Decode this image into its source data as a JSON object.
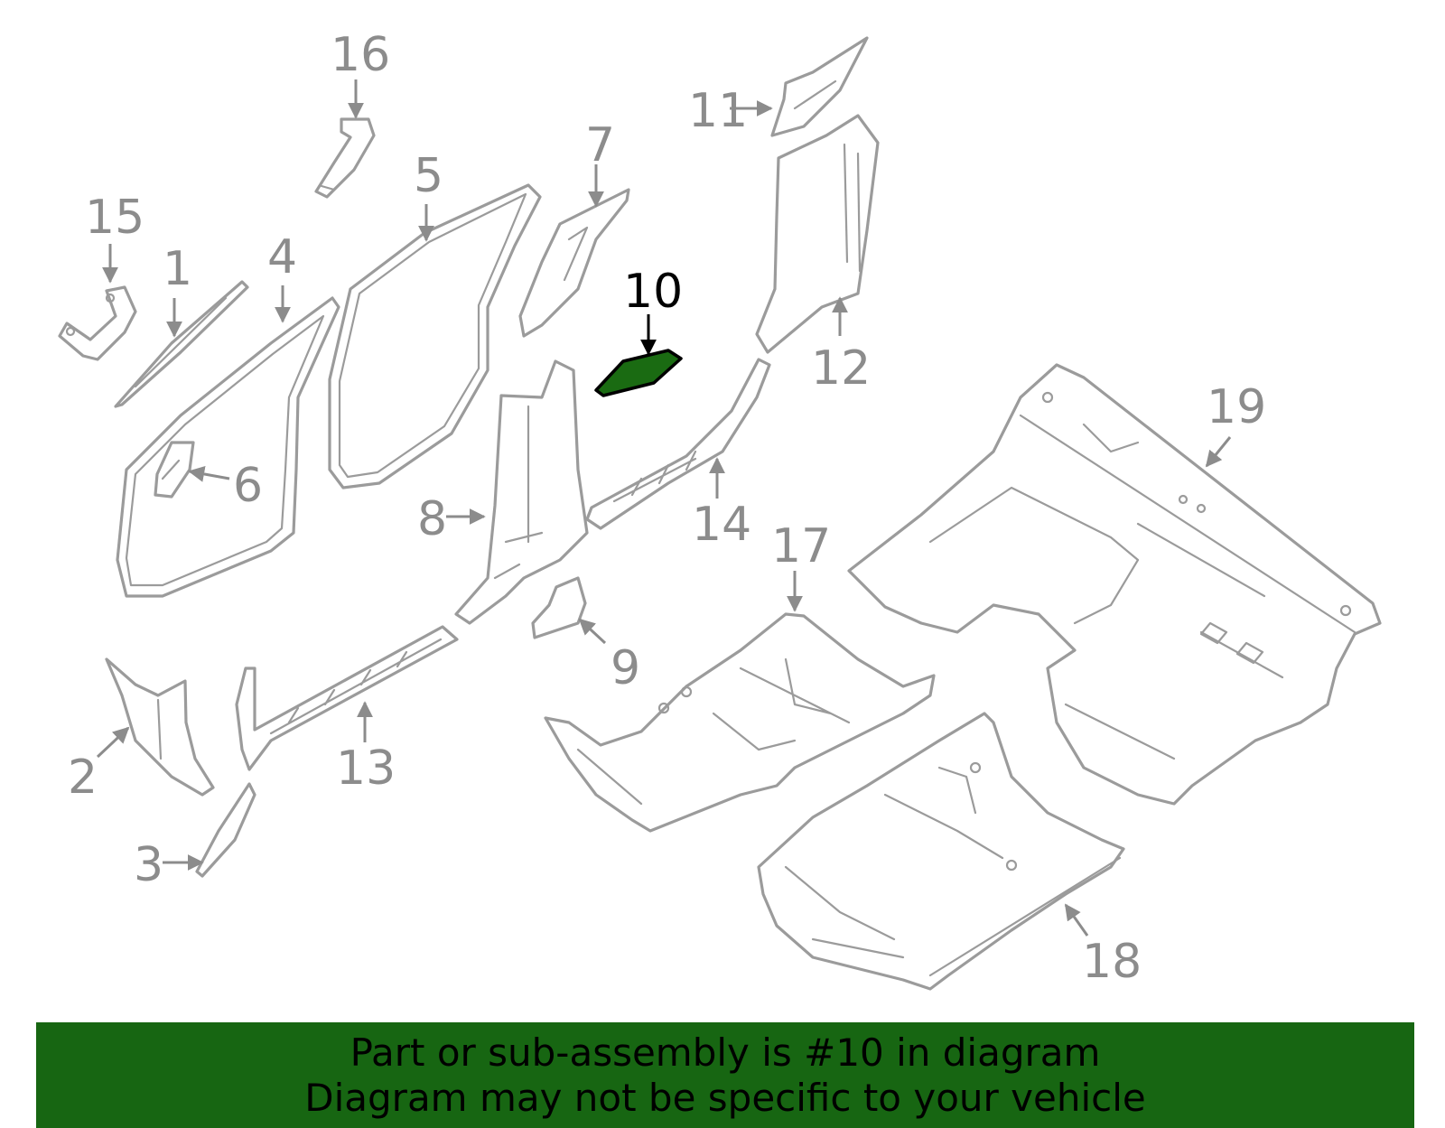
{
  "diagram": {
    "highlighted_part": "10",
    "highlight_color": "#1a6b12",
    "callouts": [
      "1",
      "2",
      "3",
      "4",
      "5",
      "6",
      "7",
      "8",
      "9",
      "10",
      "11",
      "12",
      "13",
      "14",
      "15",
      "16",
      "17",
      "18",
      "19"
    ]
  },
  "banner": {
    "line1": "Part or sub-assembly is #10 in diagram",
    "line2": "Diagram may not be specific to your vehicle",
    "background": "#176612"
  }
}
